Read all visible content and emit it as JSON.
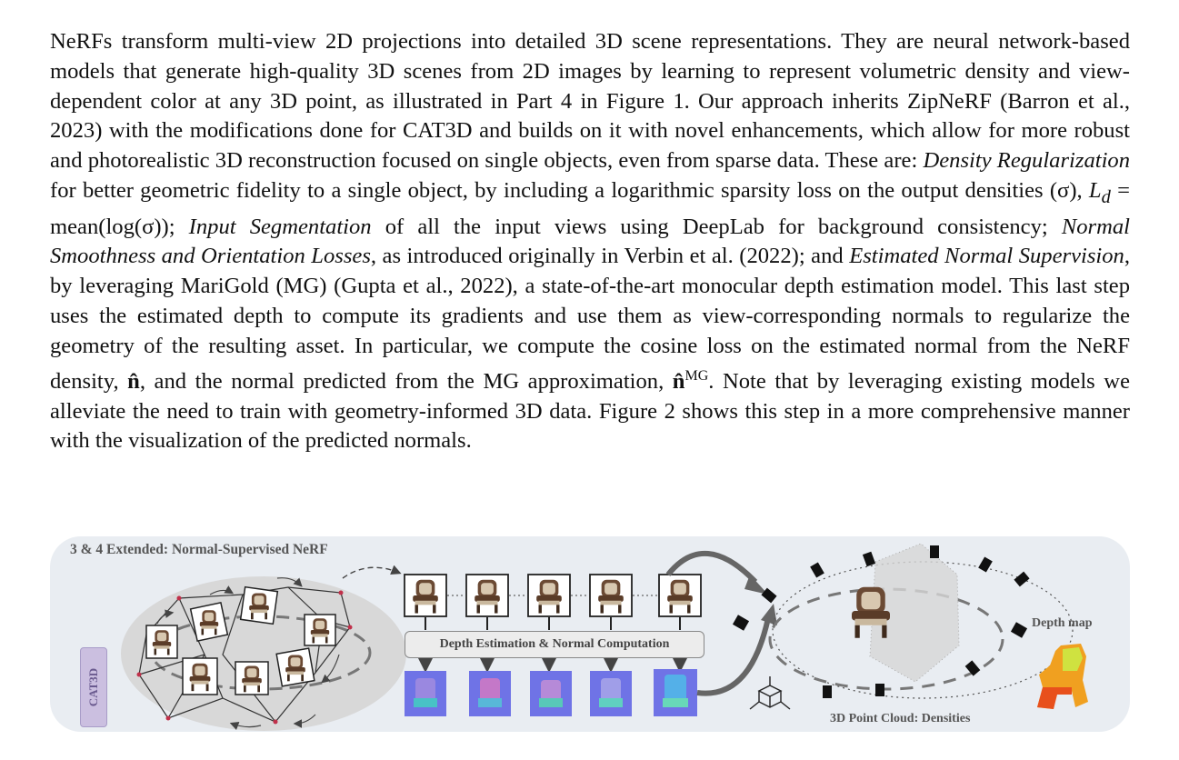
{
  "paragraph": {
    "s1": "NeRFs transform multi-view 2D projections into detailed 3D scene representations. They are neural network-based models that generate high-quality 3D scenes from 2D images by learning to represent volumetric density and view-dependent color at any 3D point, as illustrated in Part 4 in Figure 1. Our approach inherits ZipNeRF (Barron et al., 2023) with the modifications done for CAT3D and builds on it with novel enhancements, which allow for more robust and photorealistic 3D reconstruction focused on single objects, even from sparse data. These are: ",
    "i1": "Density Regularization",
    "s2": " for better geometric fidelity to a single object, by including a logarithmic sparsity loss on the output densities (σ), ",
    "m1a": "L",
    "m1sub": "d",
    "m1b": " = mean(log(σ)); ",
    "i2": "Input Segmentation",
    "s3": " of all the input views using DeepLab for background consistency; ",
    "i3": "Normal Smoothness and Orientation Losses",
    "s4": ", as introduced originally in Verbin et al. (2022); and ",
    "i4": "Estimated Normal Supervision",
    "s5": ", by leveraging MariGold (MG) (Gupta et al., 2022), a state-of-the-art monocular depth estimation model. This last step uses the estimated depth to compute its gradients and use them as view-corresponding normals to regularize the geometry of the resulting asset. In particular, we compute the cosine loss on the estimated normal from the NeRF density, ",
    "m2": "n̂",
    "s6": ", and the normal predicted from the MG approximation, ",
    "m3": "n̂",
    "m3sup": "MG",
    "s7": ". Note that by leveraging existing models we alleviate the need to train with geometry-informed 3D data. Figure 2 shows this step in a more comprehensive manner with the visualization of the predicted normals."
  },
  "figure": {
    "title": "3 & 4 Extended: Normal-Supervised NeRF",
    "cat3d_label": "CAT3D",
    "depth_box_label": "Depth Estimation & Normal Computation",
    "depth_map_label": "Depth map",
    "point_cloud_label": "3D Point Cloud: Densities",
    "colors": {
      "panel_bg": "#e9edf2",
      "cat3d_bg": "#cbbfe0",
      "normal_map": "#6f73e6",
      "depth_map_hot": "#f0a020"
    },
    "icons": [
      "chair-thumbnail-icon",
      "normal-map-icon",
      "camera-icon",
      "axes-icon",
      "depth-map-icon",
      "point-cloud-icon"
    ]
  }
}
